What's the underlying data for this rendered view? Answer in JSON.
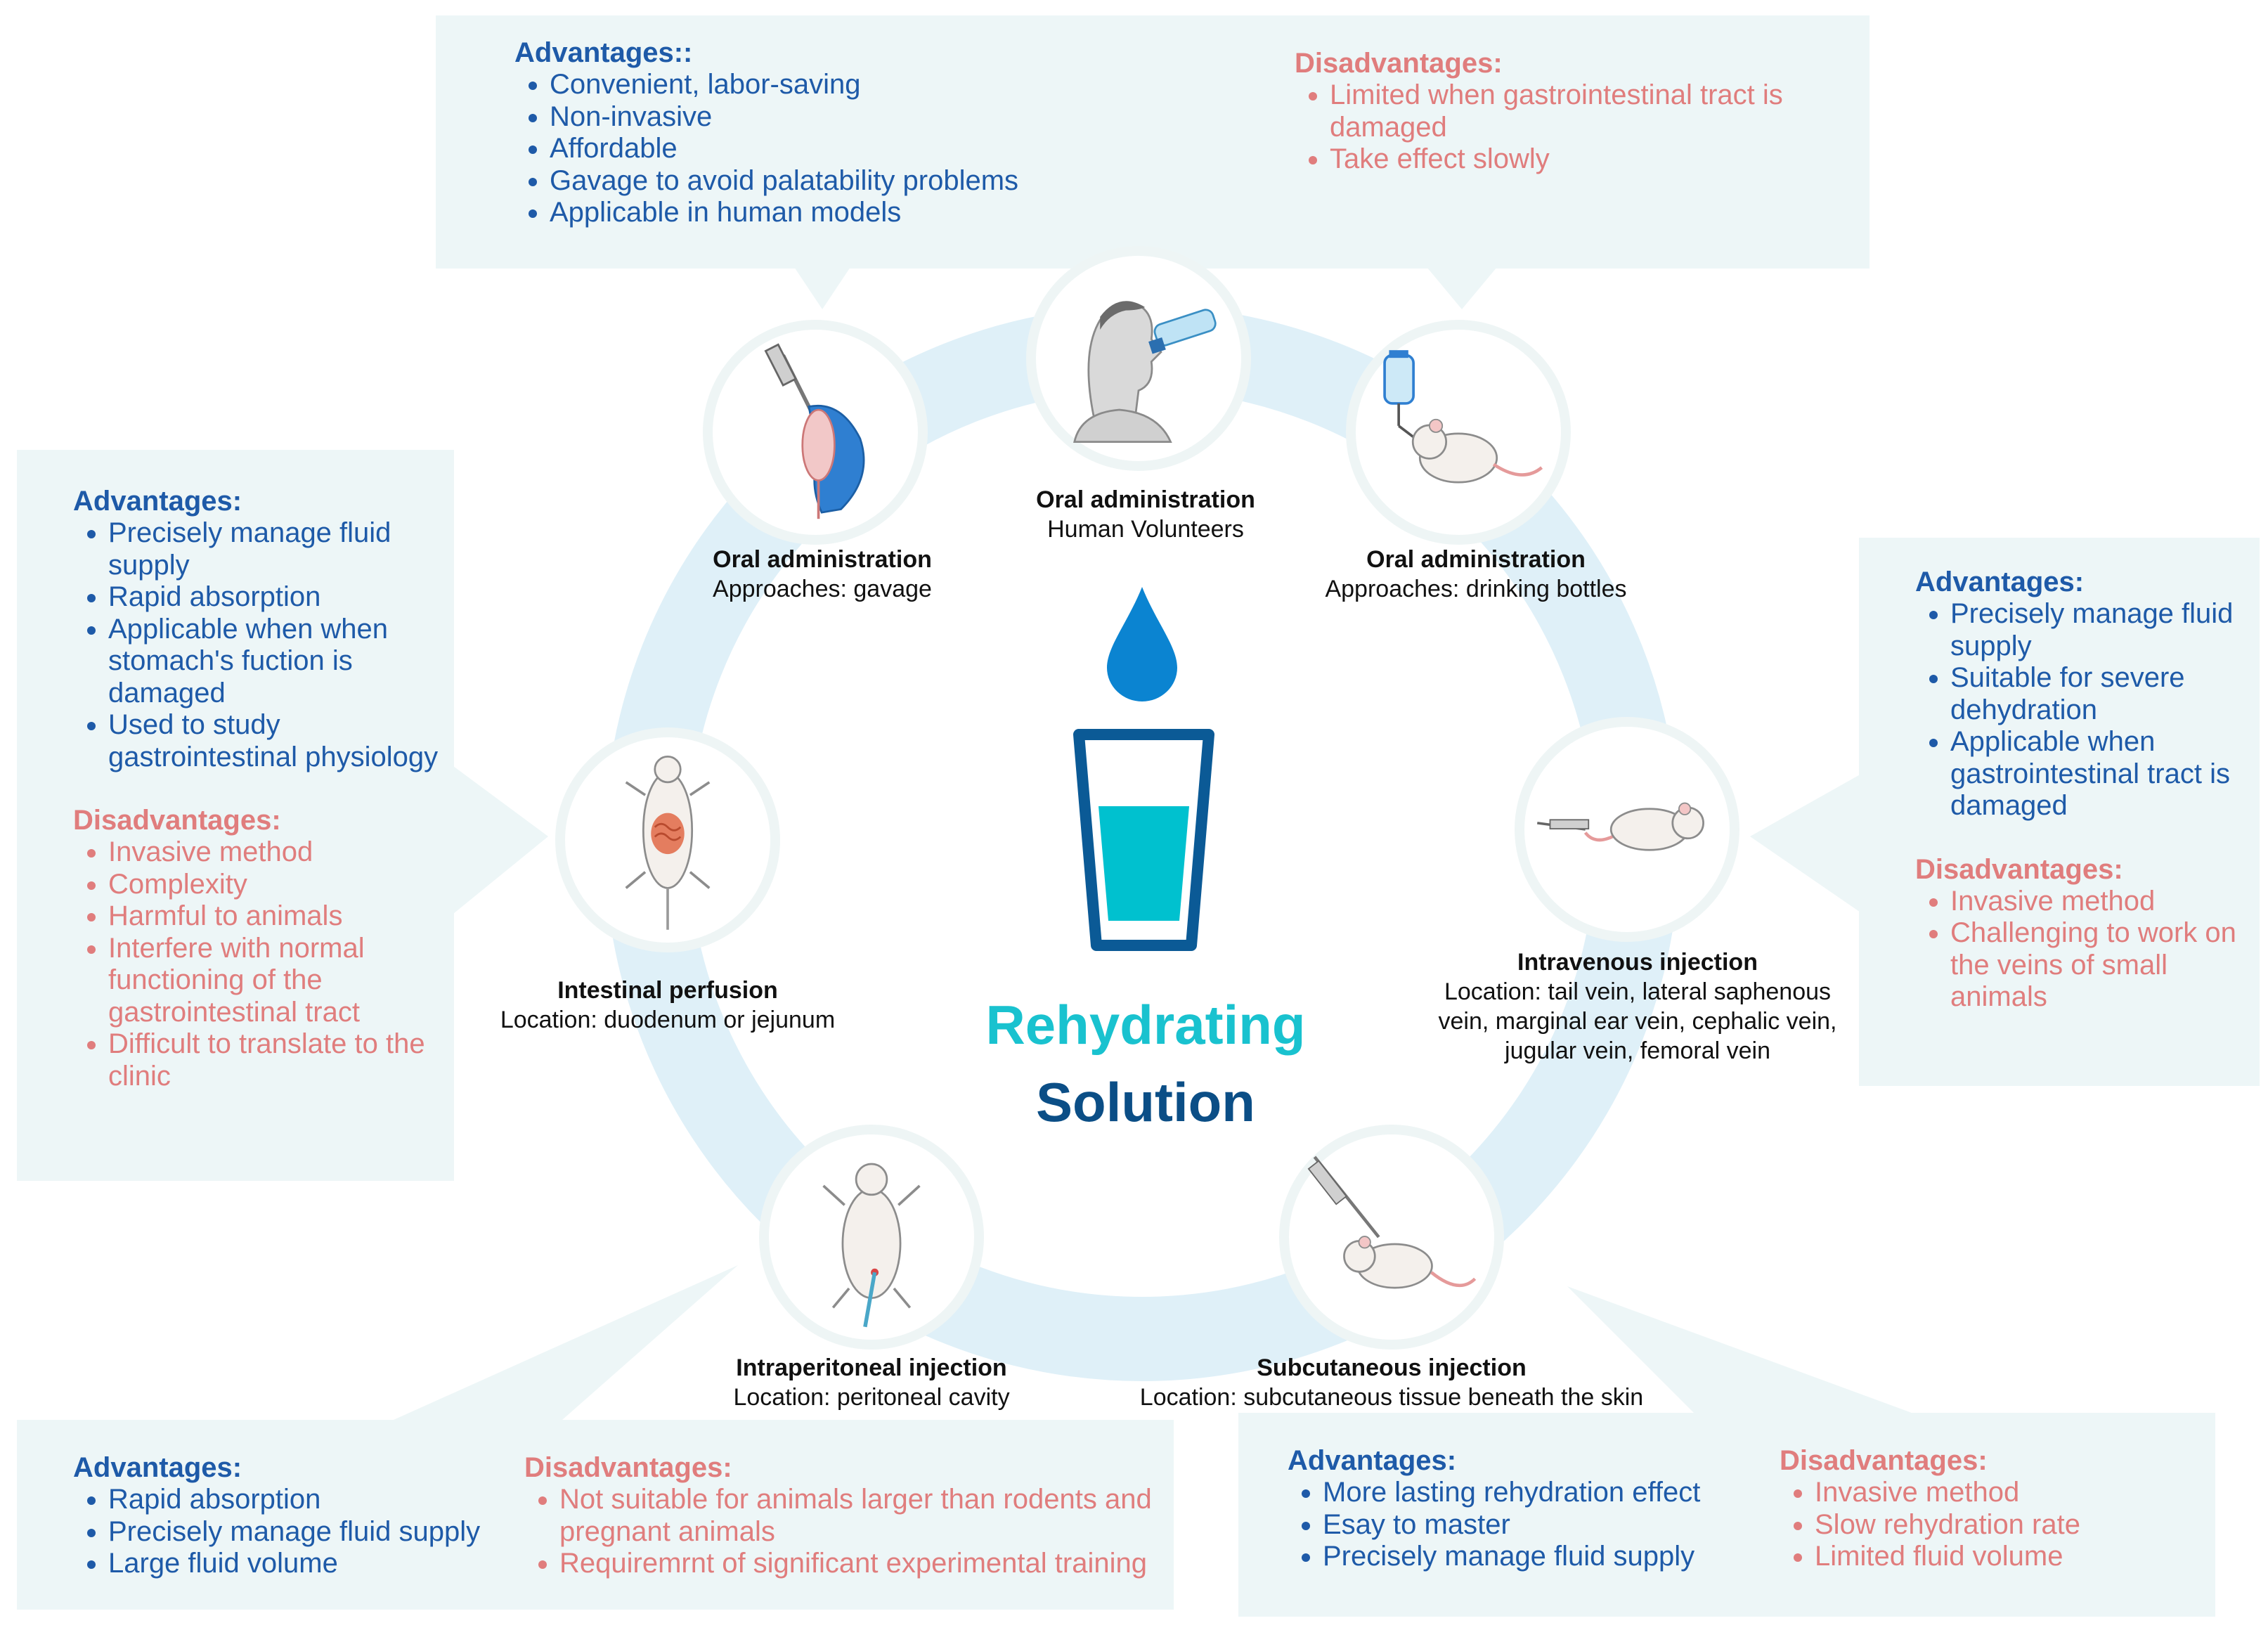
{
  "center": {
    "line1": "Rehydrating",
    "line2": "Solution"
  },
  "nodes": {
    "oral_human": {
      "title": "Oral administration",
      "sub": "Human Volunteers"
    },
    "oral_gavage": {
      "title": "Oral administration",
      "sub": "Approaches: gavage"
    },
    "oral_bottle": {
      "title": "Oral administration",
      "sub": "Approaches: drinking bottles"
    },
    "intestinal": {
      "title": "Intestinal perfusion",
      "sub": "Location: duodenum or jejunum"
    },
    "intravenous": {
      "title": "Intravenous injection",
      "sub": [
        "Location: tail vein, lateral saphenous",
        "vein, marginal ear vein, cephalic vein,",
        "jugular vein, femoral vein"
      ]
    },
    "intraperitoneal": {
      "title": "Intraperitoneal injection",
      "sub": "Location: peritoneal cavity"
    },
    "subcutaneous": {
      "title": "Subcutaneous injection",
      "sub": "Location: subcutaneous tissue beneath the skin"
    }
  },
  "boxes": {
    "top": {
      "adv_title": "Advantages::",
      "adv": [
        "Convenient, labor-saving",
        "Non-invasive",
        "Affordable",
        "Gavage to avoid palatability problems",
        "Applicable in human models"
      ],
      "dis_title": "Disadvantages:",
      "dis": [
        "Limited when gastrointestinal tract is damaged",
        "Take effect slowly"
      ]
    },
    "left": {
      "adv_title": "Advantages:",
      "adv": [
        "Precisely manage fluid supply",
        "Rapid absorption",
        "Applicable when when stomach's fuction is damaged",
        "Used to study gastrointestinal physiology"
      ],
      "dis_title": "Disadvantages:",
      "dis": [
        "Invasive method",
        "Complexity",
        "Harmful to animals",
        "Interfere with normal functioning of the gastrointestinal tract",
        "Difficult to translate to the clinic"
      ]
    },
    "right": {
      "adv_title": "Advantages:",
      "adv": [
        "Precisely manage fluid supply",
        "Suitable for severe dehydration",
        "Applicable when gastrointestinal tract is damaged"
      ],
      "dis_title": "Disadvantages:",
      "dis": [
        "Invasive method",
        "Challenging to work on the veins of small animals"
      ]
    },
    "bottom_left": {
      "adv_title": "Advantages:",
      "adv": [
        "Rapid absorption",
        "Precisely manage fluid supply",
        "Large fluid volume"
      ],
      "dis_title": "Disadvantages:",
      "dis": [
        "Not suitable for animals larger than rodents and pregnant animals",
        "Requiremrnt of significant experimental training"
      ]
    },
    "bottom_right": {
      "adv_title": "Advantages:",
      "adv": [
        "More lasting rehydration effect",
        "Esay to master",
        "Precisely manage fluid supply"
      ],
      "dis_title": "Disadvantages:",
      "dis": [
        "Invasive method",
        "Slow rehydration rate",
        "Limited fluid volume"
      ]
    }
  },
  "colors": {
    "adv": "#1e5aa8",
    "dis": "#e07d7d",
    "ring": "#dff0f8",
    "box": "#edf6f7",
    "water": "#00c1cf",
    "glass": "#0b5a96",
    "drop": "#0b84d1"
  },
  "icons": [
    "person-drinking-icon",
    "gavage-syringe-icon",
    "mouse-bottle-icon",
    "intestine-rat-icon",
    "tail-vein-mouse-icon",
    "intraperitoneal-rat-icon",
    "subcutaneous-mouse-icon",
    "water-drop-icon",
    "water-glass-icon"
  ]
}
